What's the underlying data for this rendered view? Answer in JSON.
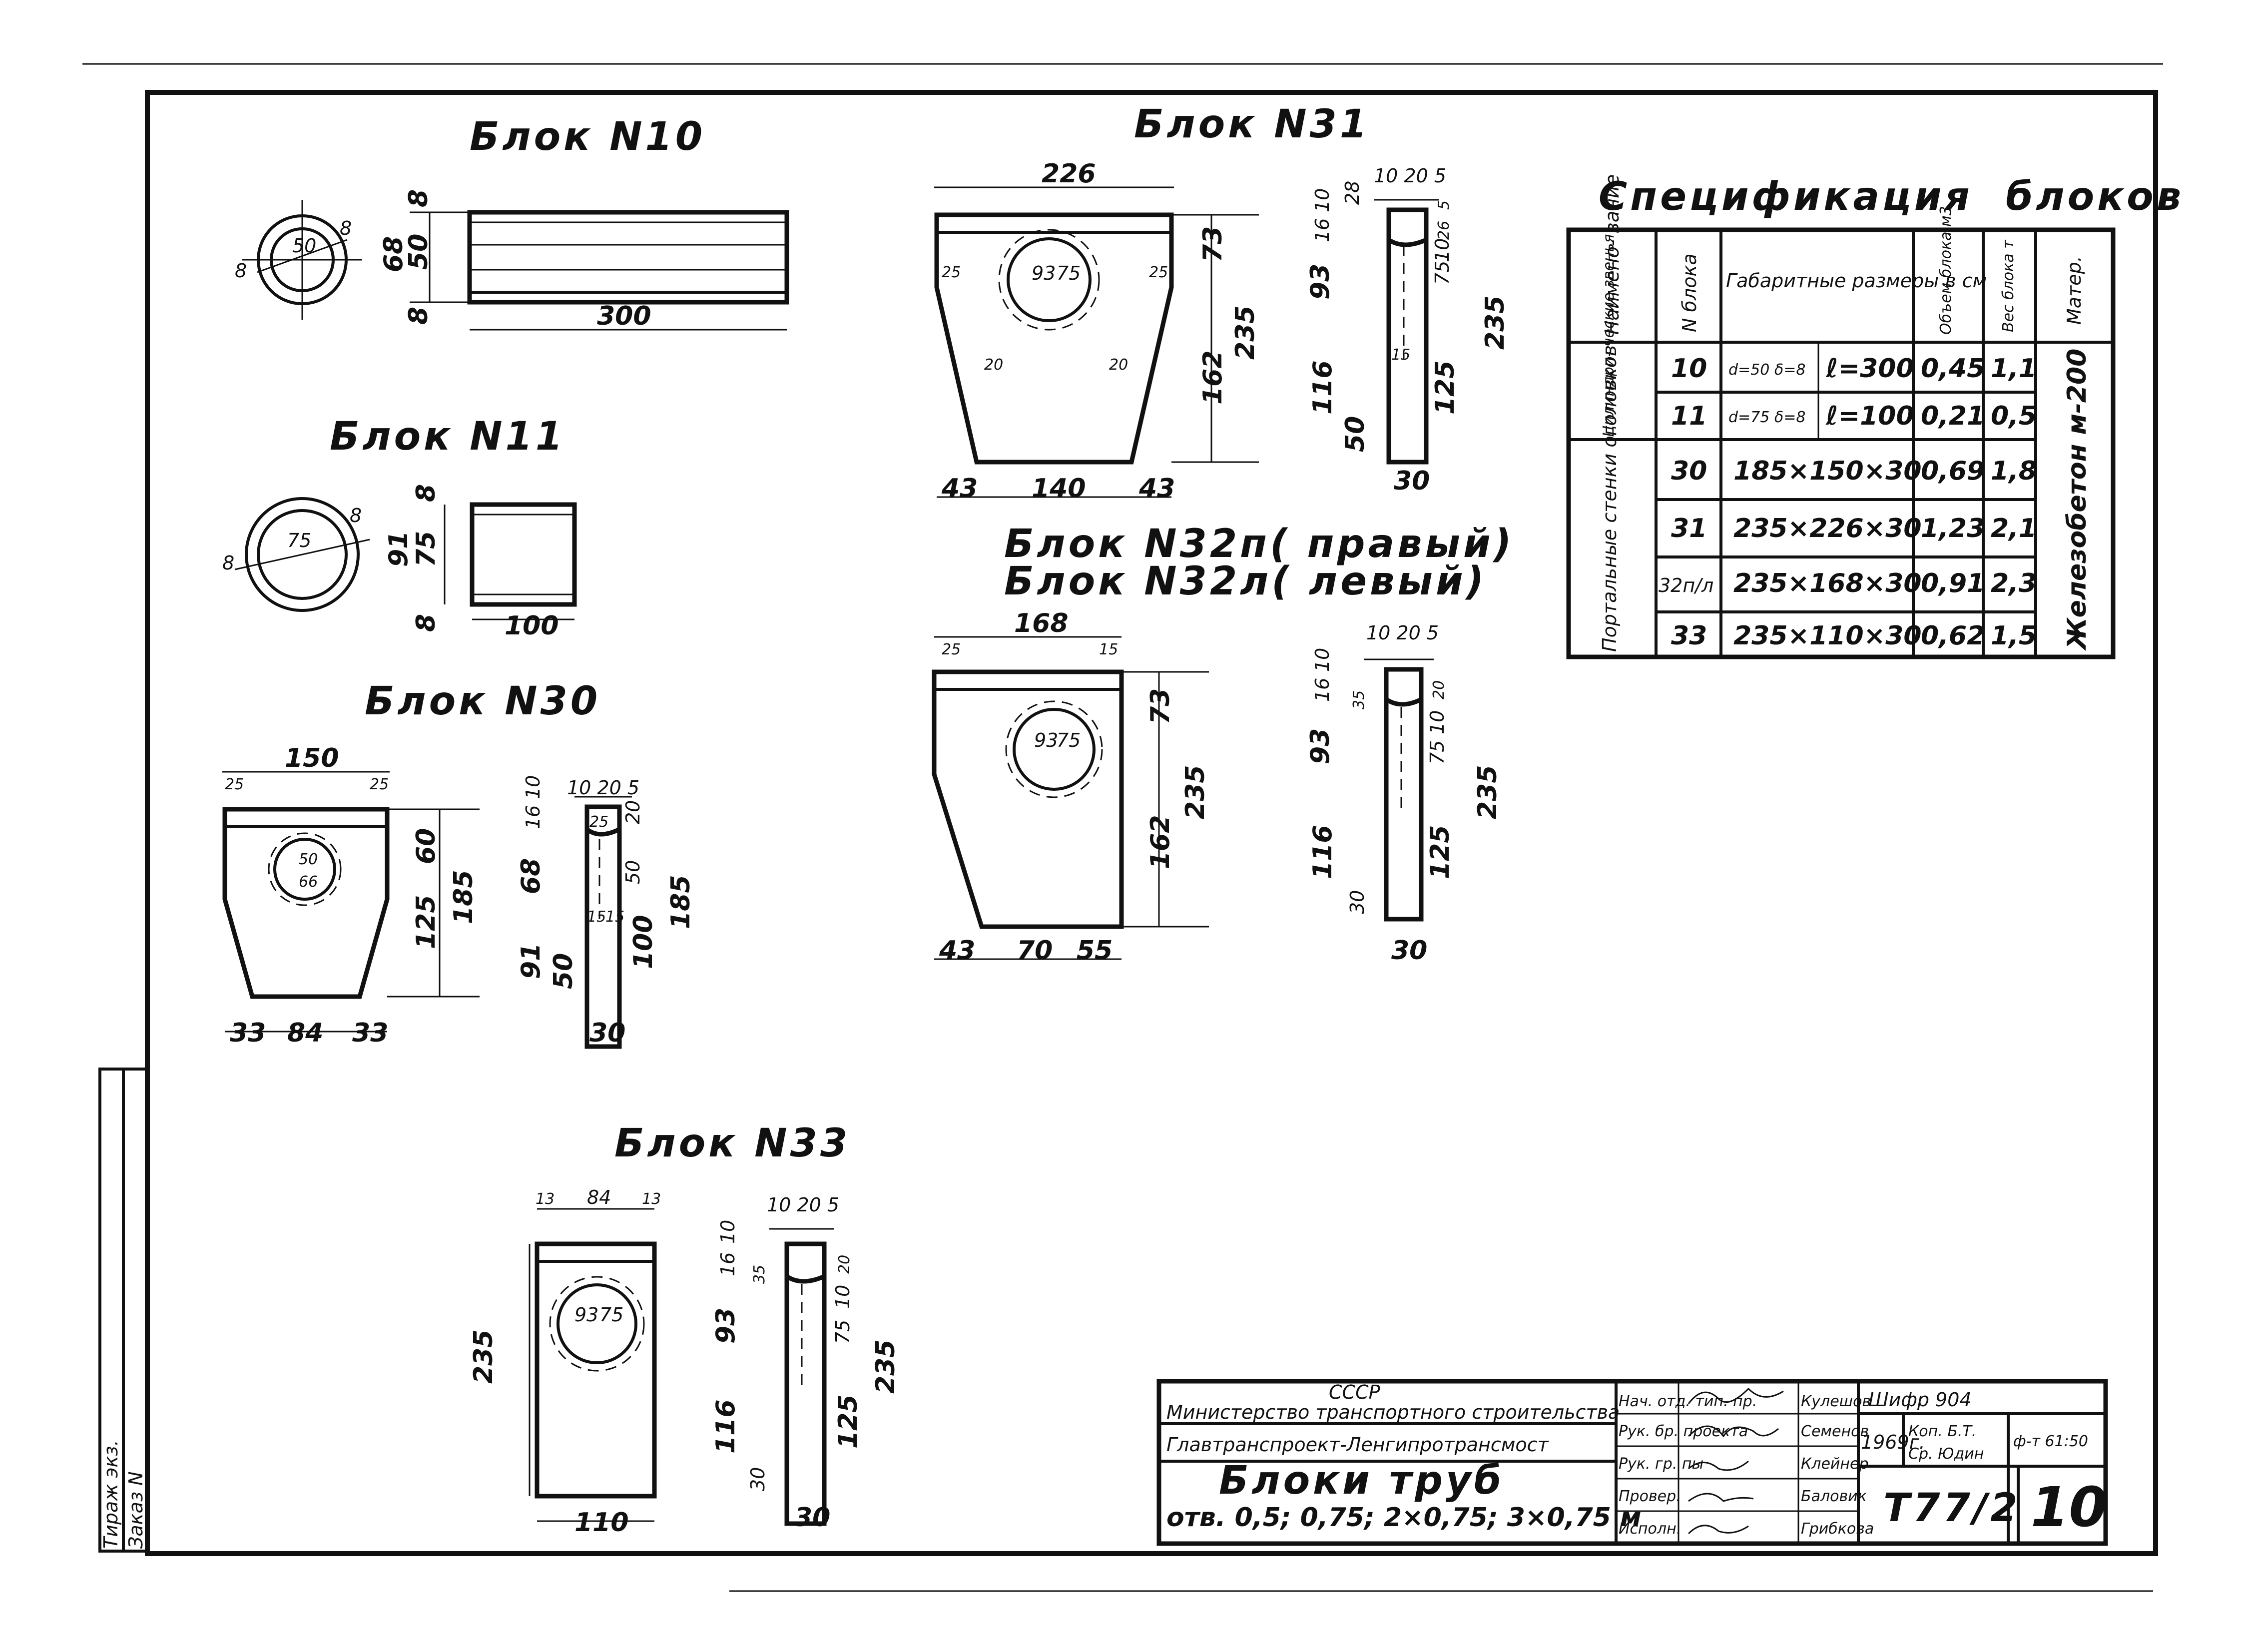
{
  "titles": {
    "b10": "Блок N10",
    "b11": "Блок N11",
    "b30": "Блок N30",
    "b31": "Блок N31",
    "b32a": "Блок N32п( правый)",
    "b32b": "Блок N32л( левый)",
    "b33": "Блок N33"
  },
  "dims": {
    "b10": {
      "len": "300",
      "d": "50",
      "h": "68",
      "t1": "8",
      "t2": "8",
      "mid": "50",
      "s1": "8",
      "s2": "8"
    },
    "b11": {
      "len": "100",
      "d": "75",
      "h": "91",
      "t1": "8",
      "t2": "8",
      "mid": "75",
      "s1": "8",
      "s2": "8"
    },
    "b30": {
      "w": "150",
      "c1": "25",
      "c2": "25",
      "h": "185",
      "h1": "60",
      "h2": "125",
      "b1": "33",
      "b2": "84",
      "b3": "33",
      "d1": "50",
      "d2": "66",
      "s_top": "10 20 5",
      "s_16": "16",
      "s_10": "10",
      "s_68": "68",
      "s_91": "91",
      "s_50": "50",
      "s_20": "20",
      "s_50b": "50",
      "s_185": "185",
      "s_100": "100",
      "s_30": "30",
      "s_15a": "15",
      "s_15b": "15",
      "s_25": "25"
    },
    "b31": {
      "w": "226",
      "c1": "25",
      "c2": "25",
      "h": "235",
      "h1": "73",
      "h2": "162",
      "b1": "43",
      "b2": "140",
      "b3": "43",
      "d1": "93",
      "d2": "75",
      "g1": "20",
      "g2": "20",
      "s_top": "10 20 5",
      "s_28": "28",
      "s_16": "16",
      "s_10": "10",
      "s_93": "93",
      "s_116": "116",
      "s_50": "50",
      "s_75": "75",
      "s_10b": "10",
      "s_235": "235",
      "s_125": "125",
      "s_30": "30",
      "s_15": "15",
      "s_26": "26",
      "s_5": "5"
    },
    "b32": {
      "w": "168",
      "c1": "25",
      "c2": "15",
      "h": "235",
      "h1": "73",
      "h2": "162",
      "b1": "43",
      "b2": "70",
      "b3": "55",
      "d1": "93",
      "d2": "75",
      "s_top": "10 20 5",
      "s_16": "16",
      "s_10": "10",
      "s_35": "35",
      "s_93": "93",
      "s_116": "116",
      "s_30": "30",
      "s_75": "75",
      "s_10b": "10",
      "s_235": "235",
      "s_125": "125",
      "s_w": "30",
      "s_20": "20"
    },
    "b33": {
      "t1": "13",
      "t2": "84",
      "t3": "13",
      "h": "235",
      "b": "110",
      "d1": "93",
      "d2": "75",
      "s_top": "10 20 5",
      "s_16": "16",
      "s_10": "10",
      "s_35": "35",
      "s_93": "93",
      "s_116": "116",
      "s_30": "30",
      "s_75": "75",
      "s_10b": "10",
      "s_235": "235",
      "s_125": "125",
      "s_w": "30",
      "s_20": "20"
    }
  },
  "spec": {
    "title": "Спецификация  блоков",
    "headers": [
      "Наимено- вание",
      "N блока",
      "Габаритные размеры в см",
      "Объем блока м3",
      "Вес блока т",
      "Матер."
    ],
    "rows": [
      {
        "group": "Цилиндри- ческие звенья",
        "num": "10",
        "dim1": "d=50 δ=8",
        "dim2": "ℓ=300",
        "vol": "0,45",
        "wt": "1,1"
      },
      {
        "group": "",
        "num": "11",
        "dim1": "d=75 δ=8",
        "dim2": "ℓ=100",
        "vol": "0,21",
        "wt": "0,5"
      },
      {
        "group": "Портальные стенки оголовков",
        "num": "30",
        "dim1": "185×150×30",
        "dim2": "",
        "vol": "0,69",
        "wt": "1,8"
      },
      {
        "group": "",
        "num": "31",
        "dim1": "235×226×30",
        "dim2": "",
        "vol": "1,23",
        "wt": "2,1"
      },
      {
        "group": "",
        "num": "32п/л",
        "dim1": "235×168×30",
        "dim2": "",
        "vol": "0,91",
        "wt": "2,3"
      },
      {
        "group": "",
        "num": "33",
        "dim1": "235×110×30",
        "dim2": "",
        "vol": "0,62",
        "wt": "1,5"
      }
    ],
    "material": "Железобетон м-200"
  },
  "stamp": {
    "org1": "СССР",
    "org2": "Министерство транспортного строительства",
    "org3": "Главтранспроект-Ленгипротрансмост",
    "title": "Блоки  труб",
    "subtitle": "отв. 0,5; 0,75; 2×0,75; 3×0,75 м",
    "roles": [
      "Нач. отд. тип. пр.",
      "Рук. бр. проекта",
      "Рук. гр. пы",
      "Провер.",
      "Исполн."
    ],
    "names": [
      "Кулешов",
      "Семенов",
      "Клейнер",
      "Баловик",
      "Грибкова"
    ],
    "cipher": "Шифр 904",
    "year": "1969г.",
    "copy": "Коп. Б.Т.",
    "copy2": "Ср. Юдин",
    "format": "ф-т 61:50",
    "sheet_code": "Т77/2",
    "sheet": "10"
  },
  "side": {
    "l1": "Тираж экз.",
    "l2": "Заказ N"
  }
}
